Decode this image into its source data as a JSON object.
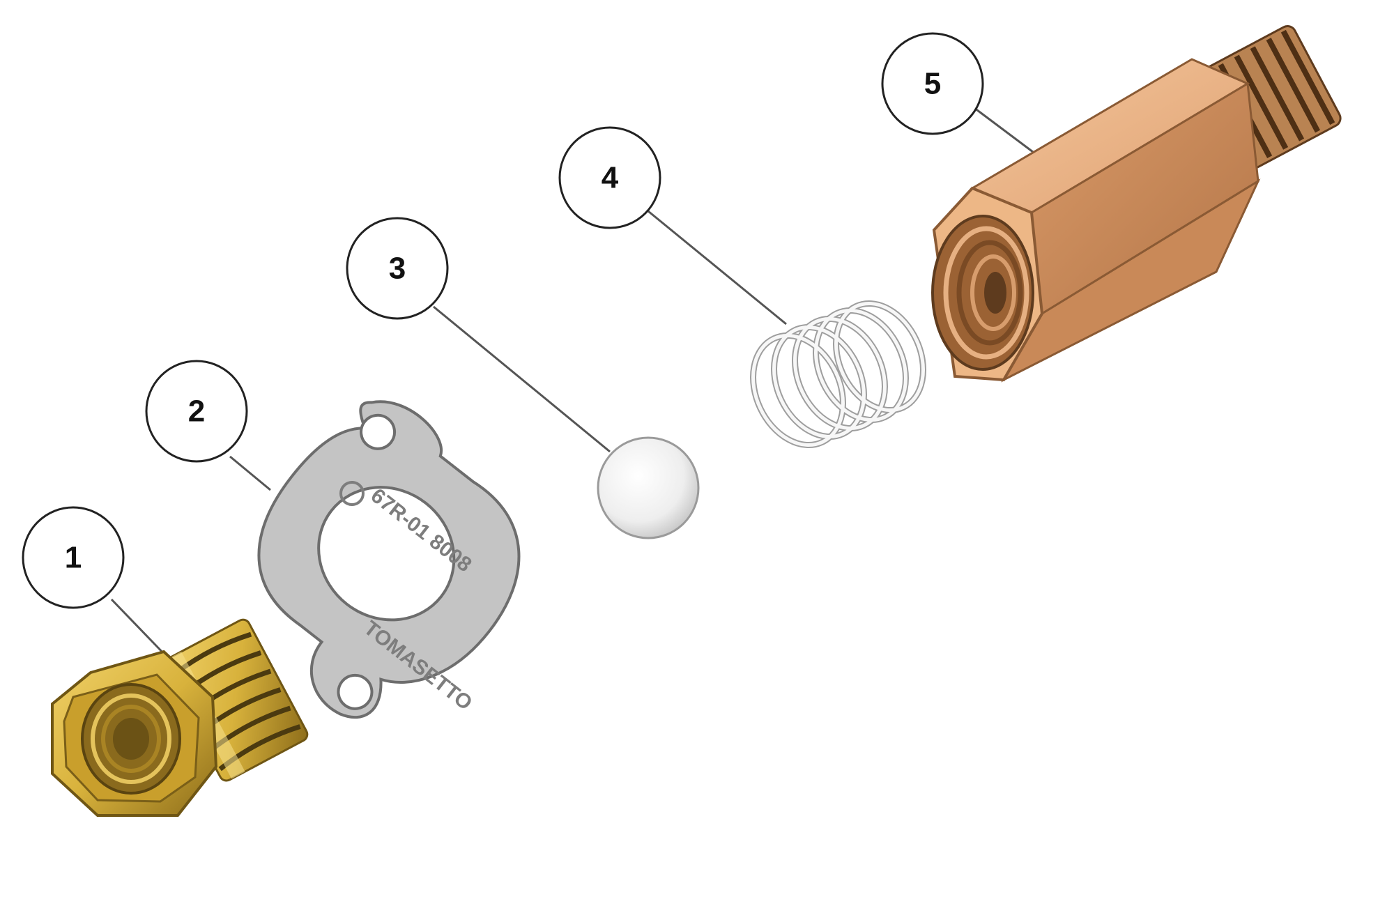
{
  "callouts": [
    "1",
    "2",
    "3",
    "4",
    "5"
  ],
  "gasket_marking": {
    "part_number": "67R-01 8008",
    "brand": "TOMASETTO"
  },
  "colors": {
    "brass": "#d8b23c",
    "copper_hex": "#e2a777",
    "gasket": "#c4c4c4",
    "ball": "#f3f3f3",
    "spring": "#e2e2e2",
    "leader_line": "#555555"
  }
}
